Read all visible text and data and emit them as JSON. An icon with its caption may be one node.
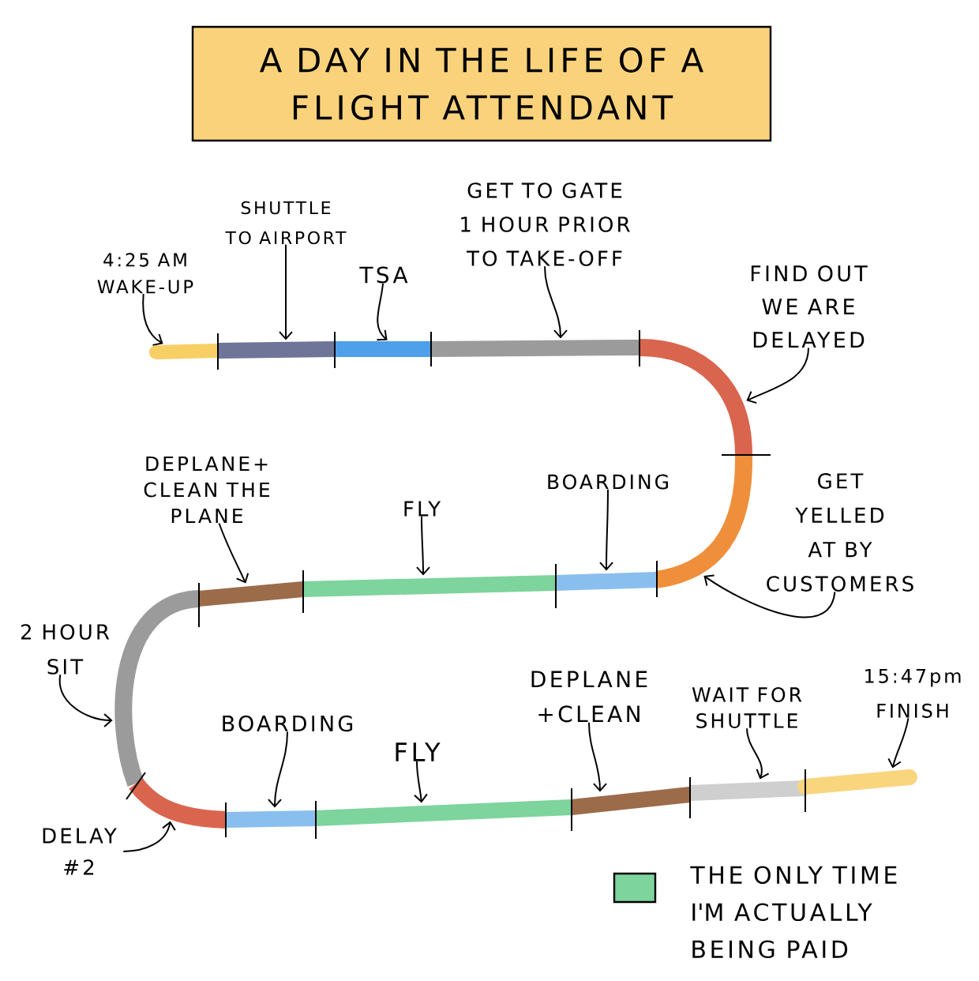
{
  "diagram": {
    "title": "A DAY IN THE LIFE OF A FLIGHT ATTENDANT",
    "nodes": [
      {
        "text": [
          "4:25 AM WAKE-UP"
        ]
      },
      {
        "text": [],
        "shape": "bar"
      },
      {
        "text": [
          "SHUTTLE TO AIRPORT"
        ]
      },
      {
        "text": [],
        "shape": "bar"
      },
      {
        "text": [
          "TSA"
        ]
      },
      {
        "text": [],
        "shape": "bar"
      },
      {
        "text": [
          "GET TO GATE 1 HOUR PRIOR TO TAKE-OFF"
        ]
      },
      {
        "text": [],
        "shape": "bar"
      },
      {
        "text": [
          "FIND OUT WE ARE DELAYED"
        ]
      },
      {
        "text": [],
        "shape": "bar"
      },
      {
        "text": [
          "GET YELLED AT BY CUSTOMERS"
        ]
      },
      {
        "text": [],
        "shape": "bar"
      },
      {
        "text": [
          "BOARDING"
        ]
      },
      {
        "text": [],
        "shape": "bar"
      },
      {
        "text": [
          "FLY"
        ]
      },
      {
        "text": [],
        "shape": "bar"
      },
      {
        "text": [
          "DEPLANE+ CLEAN THE PLANE"
        ]
      },
      {
        "text": [],
        "shape": "bar"
      },
      {
        "text": [
          "2 HOUR SIT"
        ]
      },
      {
        "text": [],
        "shape": "bar"
      },
      {
        "text": [
          "DELAY #2"
        ]
      },
      {
        "text": [],
        "shape": "bar"
      },
      {
        "text": [
          "BOARDING"
        ]
      },
      {
        "text": [],
        "shape": "bar"
      },
      {
        "text": [
          "FLY"
        ]
      },
      {
        "text": [],
        "shape": "bar"
      },
      {
        "text": [
          "DEPLANE +CLEAN"
        ]
      },
      {
        "text": [],
        "shape": "bar"
      },
      {
        "text": [
          "WAIT FOR SHUTTLE"
        ]
      },
      {
        "text": [],
        "shape": "bar"
      },
      {
        "text": [
          "15:47pm FINISH"
        ]
      },
      {
        "text": [],
        "shape": "bar"
      }
    ],
    "edges": [
      {
        "from": 0,
        "to": 1,
        "arrow": "to"
      },
      {
        "from": 2,
        "to": 3,
        "arrow": "to"
      },
      {
        "from": 4,
        "to": 5,
        "arrow": "to"
      },
      {
        "from": 6,
        "to": 7,
        "arrow": "to"
      },
      {
        "from": 8,
        "to": 9,
        "arrow": "to"
      },
      {
        "from": 10,
        "to": 11,
        "arrow": "to"
      },
      {
        "from": 12,
        "to": 13,
        "arrow": "to"
      },
      {
        "from": 14,
        "to": 15,
        "arrow": "to"
      },
      {
        "from": 16,
        "to": 17,
        "arrow": "to"
      },
      {
        "from": 18,
        "to": 19,
        "arrow": "to"
      },
      {
        "from": 20,
        "to": 21,
        "arrow": "to"
      },
      {
        "from": 22,
        "to": 23,
        "arrow": "to"
      },
      {
        "from": 24,
        "to": 25,
        "arrow": "to"
      },
      {
        "from": 26,
        "to": 27,
        "arrow": "to"
      },
      {
        "from": 28,
        "to": 29,
        "arrow": "to"
      },
      {
        "from": 30,
        "to": 31,
        "arrow": "to"
      }
    ],
    "legend": [
      {
        "text": "THE ONLY TIME I'M ACTUALLY BEING PAID",
        "color": "#7dd49c"
      }
    ]
  }
}
